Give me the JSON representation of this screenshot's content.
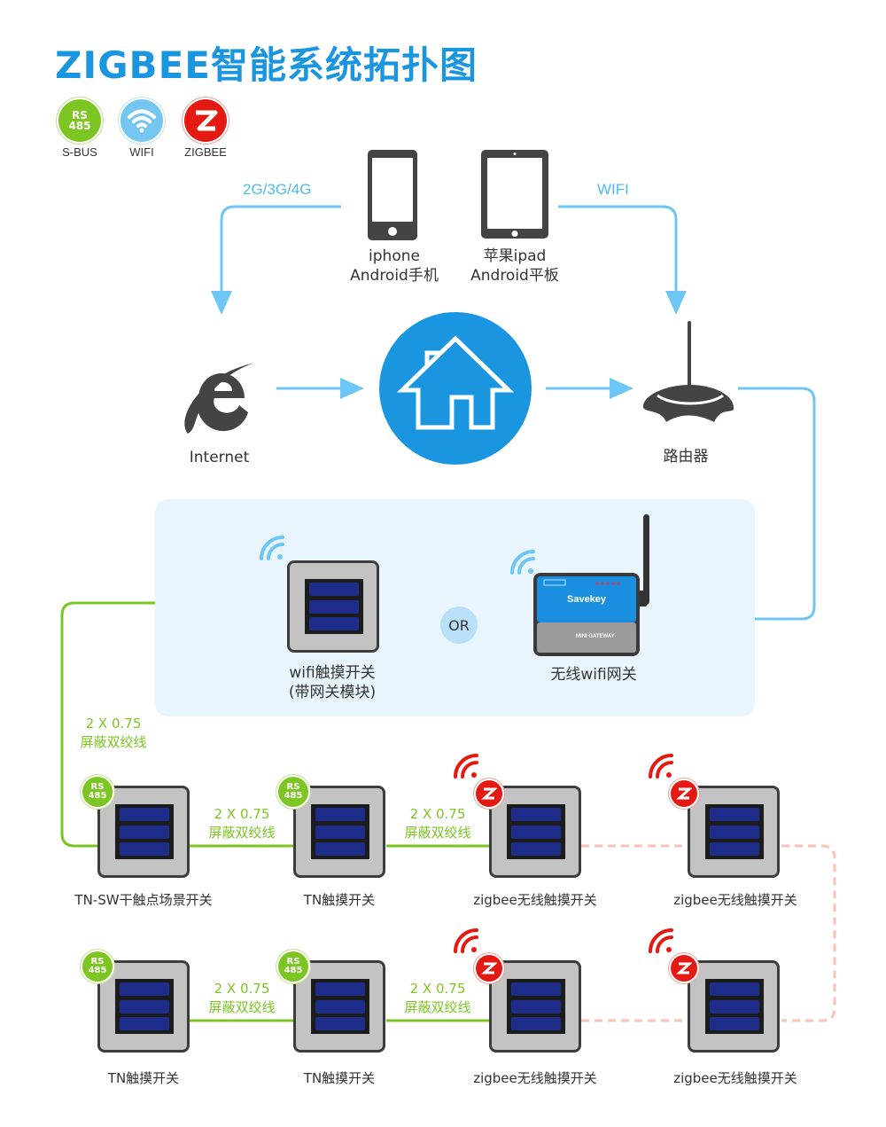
{
  "title": "ZIGBEE智能系统拓扑图",
  "colors": {
    "title": "#1a95e0",
    "wifi_line": "#6ec6f5",
    "rs485_green": "#7cc522",
    "zigbee_red": "#e41a12",
    "zigbee_dashed": "#f9c2b2",
    "panel_bg": "#e8f5fd",
    "switch_key": "#1f2d8a"
  },
  "legend": [
    {
      "icon": "rs485-icon",
      "badge_text": [
        "RS",
        "485"
      ],
      "label": "S-BUS"
    },
    {
      "icon": "wifi-icon",
      "label": "WIFI"
    },
    {
      "icon": "zigbee-icon",
      "label": "ZIGBEE"
    }
  ],
  "network": {
    "cellular_label": "2G/3G/4G",
    "wifi_label": "WIFI",
    "phone": {
      "line1": "iphone",
      "line2": "Android手机"
    },
    "tablet": {
      "line1": "苹果ipad",
      "line2": "Android平板"
    },
    "internet_label": "Internet",
    "router_label": "路由器"
  },
  "gateway_panel": {
    "wifi_switch": {
      "line1": "wifi触摸开关",
      "line2": "(带网关模块)"
    },
    "or_label": "OR",
    "gateway": {
      "label": "无线wifi网关",
      "brand": "Savekey",
      "model": "MINI GATEWAY"
    }
  },
  "cable": {
    "line1": "2 X 0.75",
    "line2": "屏蔽双绞线"
  },
  "rs485_badge": [
    "RS",
    "485"
  ],
  "row1": [
    {
      "label": "TN-SW干触点场景开关",
      "type": "rs485"
    },
    {
      "label": "TN触摸开关",
      "type": "rs485"
    },
    {
      "label": "zigbee无线触摸开关",
      "type": "zigbee"
    },
    {
      "label": "zigbee无线触摸开关",
      "type": "zigbee"
    }
  ],
  "row2": [
    {
      "label": "TN触摸开关",
      "type": "rs485"
    },
    {
      "label": "TN触摸开关",
      "type": "rs485"
    },
    {
      "label": "zigbee无线触摸开关",
      "type": "zigbee"
    },
    {
      "label": "zigbee无线触摸开关",
      "type": "zigbee"
    }
  ]
}
